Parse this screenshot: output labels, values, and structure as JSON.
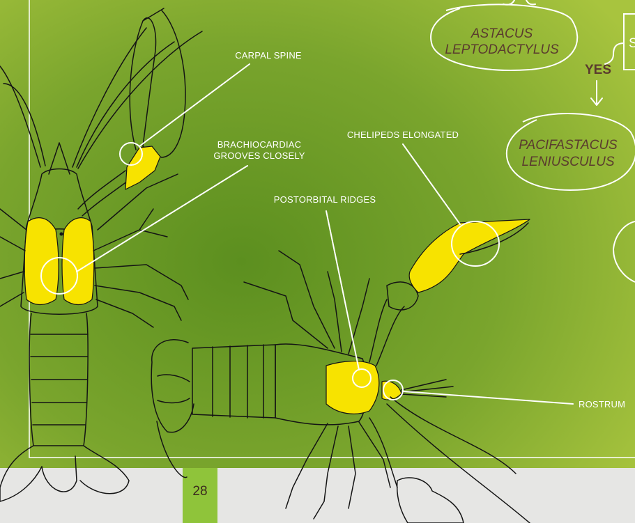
{
  "labels": {
    "carpal_spine": "CARPAL SPINE",
    "brachiocardiac_line1": "BRACHIOCARDIAC",
    "brachiocardiac_line2": "GROOVES CLOSELY",
    "chelipeds": "CHELIPEDS ELONGATED",
    "postorbital": "POSTORBITAL RIDGES",
    "rostrum": "ROSTRUM"
  },
  "key": {
    "species_a_line1": "ASTACUS",
    "species_a_line2": "LEPTODACTYLUS",
    "yes": "YES",
    "species_b_line1": "PACIFASTACUS",
    "species_b_line2": "LENIUSCULUS",
    "clipped_box_letter": "S"
  },
  "footer": {
    "page_number": "28"
  },
  "colors": {
    "background_green": "#8fb536",
    "highlight_yellow": "#f7e300",
    "footer_grey": "#e6e6e4",
    "page_tab_green": "#8fc43a",
    "species_text": "#5a3b2e"
  }
}
